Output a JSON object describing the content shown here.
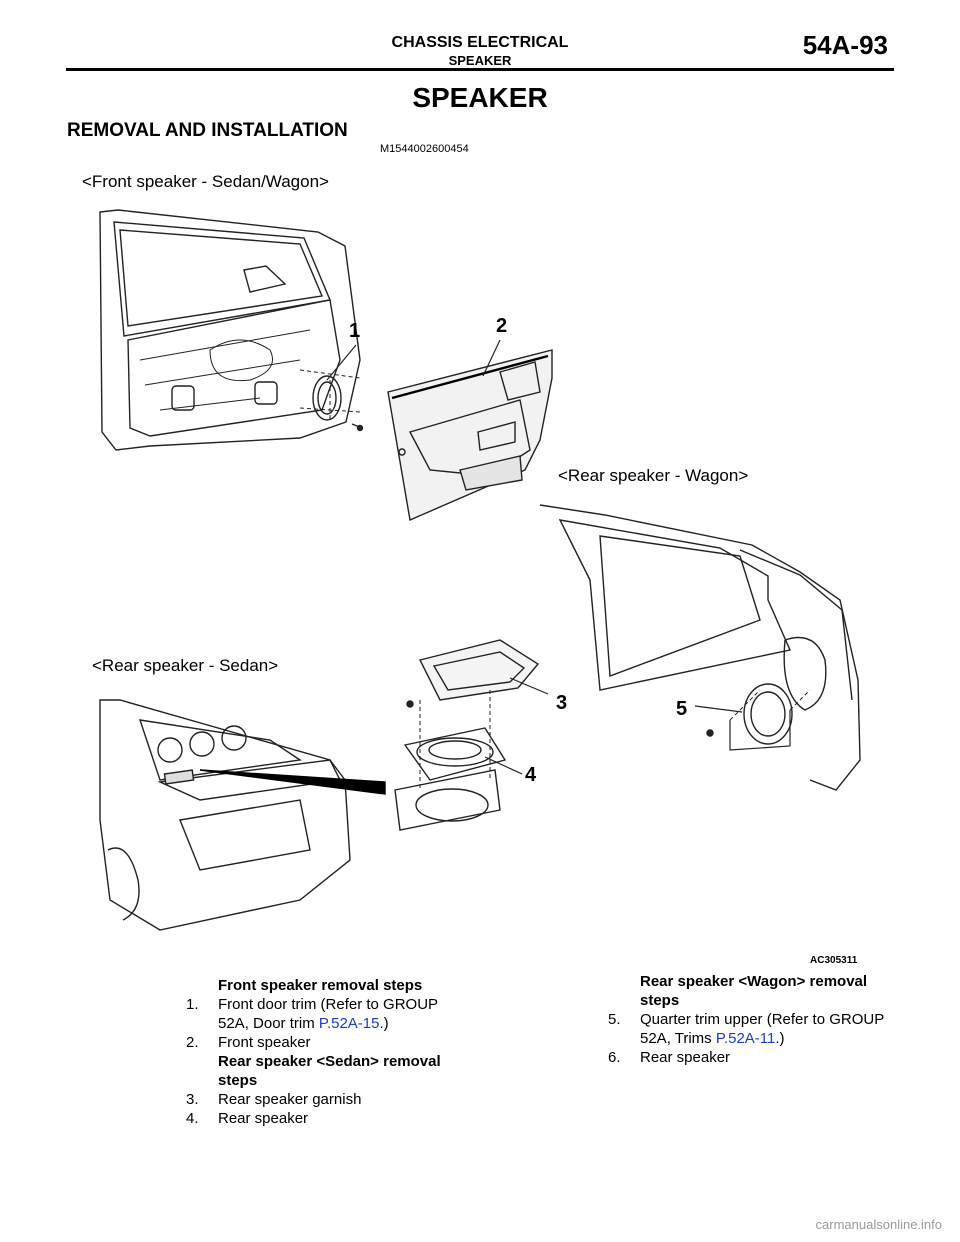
{
  "header": {
    "section": "CHASSIS ELECTRICAL",
    "subsection": "SPEAKER",
    "page": "54A-93"
  },
  "title": "SPEAKER",
  "subtitle": "REMOVAL AND INSTALLATION",
  "doc_id": "M1544002600454",
  "figure": {
    "label_front": "<Front speaker - Sedan/Wagon>",
    "label_rear_wagon": "<Rear speaker - Wagon>",
    "label_rear_sedan": "<Rear speaker - Sedan>",
    "callouts": [
      "1",
      "2",
      "3",
      "4",
      "5"
    ],
    "code": "AC305311"
  },
  "front_steps": {
    "heading": "Front speaker removal steps",
    "items": [
      {
        "num": "1.",
        "text": "Front door trim (Refer to GROUP 52A, Door trim ",
        "ref": "P.52A-15",
        "tail": ".)"
      },
      {
        "num": "2.",
        "text": "Front speaker"
      }
    ]
  },
  "rear_sedan_steps": {
    "heading": "Rear speaker <Sedan> removal steps",
    "items": [
      {
        "num": "3.",
        "text": "Rear speaker garnish"
      },
      {
        "num": "4.",
        "text": "Rear speaker"
      }
    ]
  },
  "rear_wagon_steps": {
    "heading": "Rear speaker <Wagon> removal steps",
    "items": [
      {
        "num": "5.",
        "text": "Quarter trim upper (Refer to GROUP 52A, Trims ",
        "ref": "P.52A-11",
        "tail": ".)"
      },
      {
        "num": "6.",
        "text": "Rear speaker"
      }
    ]
  },
  "footer": "carmanualsonline.info"
}
